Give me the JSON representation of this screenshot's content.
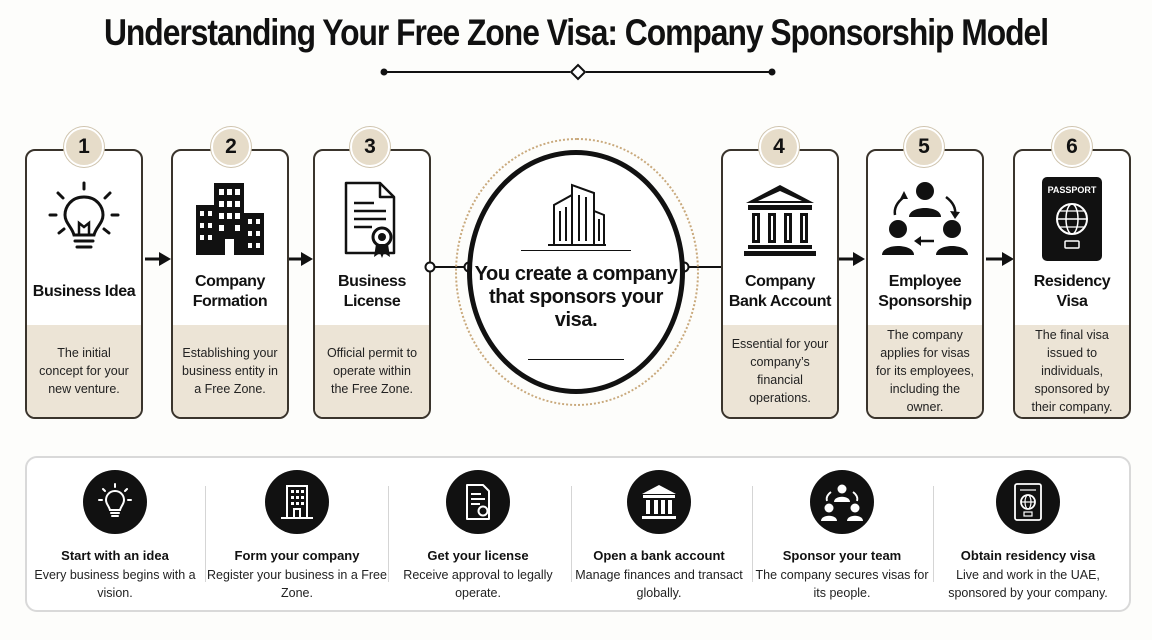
{
  "title": "Understanding Your Free Zone Visa: Company Sponsorship Model",
  "hub": {
    "text": "You create a company that sponsors your visa.",
    "icon": "office-building-icon"
  },
  "steps": [
    {
      "number": "1",
      "heading": "Business Idea",
      "body": "The initial concept for your new venture.",
      "icon": "lightbulb-icon"
    },
    {
      "number": "2",
      "heading": "Company Formation",
      "body": "Establishing your business entity in a Free Zone.",
      "icon": "buildings-icon"
    },
    {
      "number": "3",
      "heading": "Business License",
      "body": "Official permit to operate within the Free Zone.",
      "icon": "license-document-icon"
    },
    {
      "number": "4",
      "heading": "Company Bank Account",
      "body": "Essential for your company’s financial operations.",
      "icon": "bank-icon"
    },
    {
      "number": "5",
      "heading": "Employee Sponsorship",
      "body": "The company applies for visas for its employees, including the owner.",
      "icon": "people-cycle-icon"
    },
    {
      "number": "6",
      "heading": "Residency Visa",
      "body": "The final visa issued to individuals, sponsored by their company.",
      "icon": "passport-icon"
    }
  ],
  "passport_label": "PASSPORT",
  "summary": [
    {
      "heading": "Start with an idea",
      "body": "Every business begins with a vision.",
      "icon": "lightbulb-icon"
    },
    {
      "heading": "Form your company",
      "body": "Register your business in a Free Zone.",
      "icon": "building-icon"
    },
    {
      "heading": "Get your license",
      "body": "Receive approval to legally operate.",
      "icon": "license-document-icon"
    },
    {
      "heading": "Open a bank account",
      "body": "Manage finances and transact globally.",
      "icon": "bank-icon"
    },
    {
      "heading": "Sponsor your team",
      "body": "The company secures visas for its people.",
      "icon": "people-cycle-icon"
    },
    {
      "heading": "Obtain residency visa",
      "body": "Live and work in the UAE, sponsored by your company.",
      "icon": "passport-icon"
    }
  ],
  "colors": {
    "accent": "#ece4d6",
    "badge": "#e6dcc9",
    "ink": "#111111",
    "ring": "#c9a97c"
  }
}
